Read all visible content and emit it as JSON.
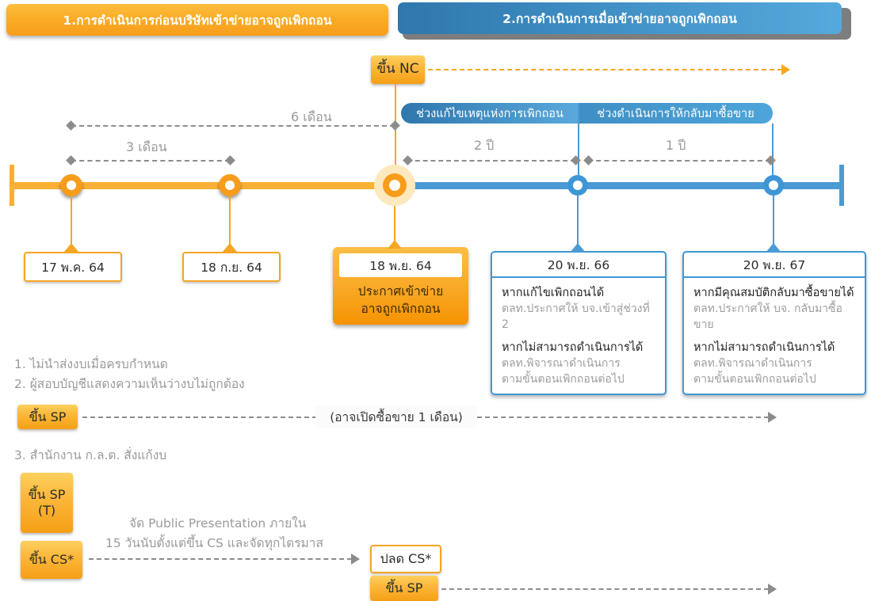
{
  "banners": {
    "phase1": "1.การดำเนินการก่อนบริษัทเข้าข่ายอาจถูกเพิกถอน",
    "phase2": "2.การดำเนินการเมื่อเข้าข่ายอาจถูกเพิกถอน"
  },
  "nc": {
    "label": "ขึ้น NC"
  },
  "phases": {
    "a": "ช่วงแก้ไขเหตุแห่งการเพิกถอน",
    "b": "ช่วงดำเนินการให้กลับมาซื้อขาย"
  },
  "durations": {
    "three_months": "3 เดือน",
    "six_months": "6 เดือน",
    "two_years": "2 ปี",
    "one_year": "1 ปี"
  },
  "milestones": [
    {
      "date": "17 พ.ค. 64",
      "style": "plain-orange"
    },
    {
      "date": "18 ก.ย. 64",
      "style": "plain-orange"
    },
    {
      "date": "18 พ.ย. 64",
      "style": "filled-orange",
      "body": "ประกาศเข้าข่าย\nอาจถูกเพิกถอน"
    },
    {
      "date": "20 พ.ย. 66",
      "style": "blue",
      "rows": [
        {
          "strong": "หากแก้ไขเพิกถอนได้",
          "soft": "ตลท.ประกาศให้ บจ.เข้าสู่ช่วงที่ 2"
        },
        {
          "strong": "หากไม่สามารถดำเนินการได้",
          "soft": "ตลท.พิจารณาดำเนินการ\nตามขั้นตอนเพิกถอนต่อไป"
        }
      ]
    },
    {
      "date": "20 พ.ย. 67",
      "style": "blue",
      "rows": [
        {
          "strong": "หากมีคุณสมบัติกลับมาซื้อขายได้",
          "soft": "ตลท.ประกาศให้ บจ. กลับมาซื้อขาย"
        },
        {
          "strong": "หากไม่สามารถดำเนินการได้",
          "soft": "ตลท.พิจารณาดำเนินการ\nตามขั้นตอนเพิกถอนต่อไป"
        }
      ]
    }
  ],
  "notes": {
    "item1": "1. ไม่นำส่งงบเมื่อครบกำหนด",
    "item2": "2. ผู้สอบบัญชีแสดงความเห็นว่างบไม่ถูกต้อง",
    "item3": "3. สำนักงาน ก.ล.ต. สั่งแก้งบ",
    "public_presentation_line1": "จัด Public Presentation ภายใน",
    "public_presentation_line2": "15 วันนับตั้งแต่ขึ้น CS และจัดทุกไตรมาส"
  },
  "chips": {
    "sp": "ขึ้น SP",
    "sp_t": "ขึ้น SP\n(T)",
    "cs": "ขึ้น CS*",
    "release_cs": "ปลด CS*",
    "sp_bottom": "ขึ้น SP",
    "maybe_trade": "(อาจเปิดซื้อขาย 1 เดือน)"
  },
  "colors": {
    "orange": "#f79d1b",
    "orange_light": "#fdbe3e",
    "blue": "#3f96d6",
    "blue_dark": "#2f77ad",
    "gray": "#8c8c8c",
    "text": "#3a3a3a"
  }
}
